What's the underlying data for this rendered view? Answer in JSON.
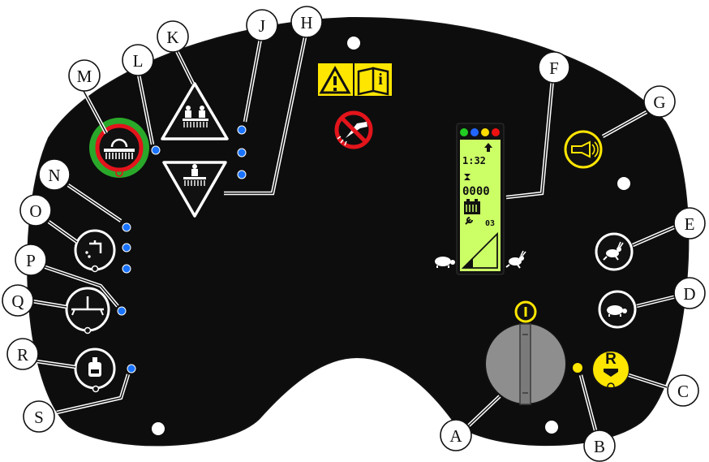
{
  "panel": {
    "background": "#0d0d0d",
    "lcd_color": "#ccff66",
    "accent_yellow": "#ffe600",
    "indicator_blue": "#1a73ff"
  },
  "callouts": {
    "A": "A",
    "B": "B",
    "C": "C",
    "D": "D",
    "E": "E",
    "F": "F",
    "G": "G",
    "H": "H",
    "J": "J",
    "K": "K",
    "L": "L",
    "M": "M",
    "N": "N",
    "O": "O",
    "P": "P",
    "Q": "Q",
    "R": "R",
    "S": "S"
  },
  "display": {
    "time": "1:32",
    "hours": "0000",
    "code": "03",
    "status_leds": [
      "#22cc22",
      "#2266ff",
      "#ffdd00",
      "#ee1111"
    ]
  },
  "icons": {
    "warning": "warning-triangle-icon",
    "manual": "read-manual-icon",
    "no_spray": "no-pressure-washing-icon",
    "horn": "horn-icon",
    "fast": "rabbit-icon",
    "slow": "turtle-icon",
    "reverse": "reverse-icon",
    "key": "key-switch-icon",
    "brush": "brush-head-icon",
    "pressure_up": "brush-pressure-up-icon",
    "pressure_down": "brush-pressure-down-icon",
    "solution": "solution-faucet-icon",
    "squeegee": "squeegee-vacuum-icon",
    "detergent": "detergent-bottle-icon"
  },
  "labels": {
    "reverse_letter": "R",
    "info_letter": "i"
  }
}
